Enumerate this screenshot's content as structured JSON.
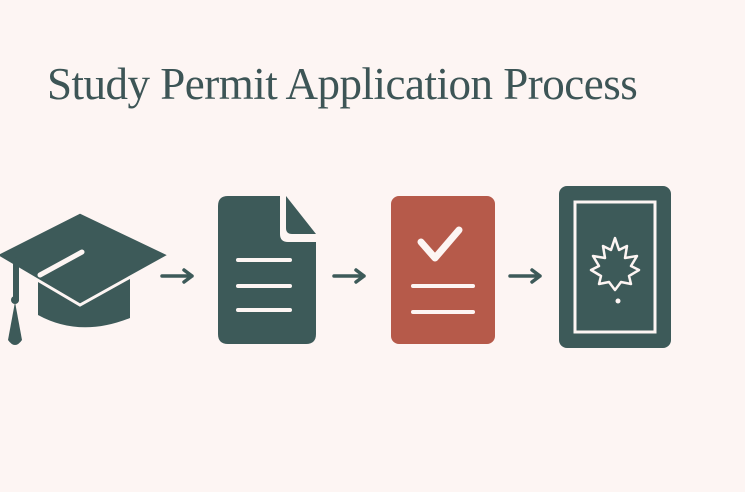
{
  "title": "Study Permit Application Process",
  "colors": {
    "background": "#fdf5f3",
    "primary": "#3d5a59",
    "accent": "#b65a4a",
    "text": "#3d5556",
    "icon_detail": "#fdf5f3"
  },
  "steps": [
    {
      "id": "education",
      "icon": "graduation-cap-icon",
      "description": "Graduation cap"
    },
    {
      "id": "documents",
      "icon": "document-icon",
      "description": "Document with text lines"
    },
    {
      "id": "approval",
      "icon": "checklist-approved-icon",
      "description": "Red document with checkmark"
    },
    {
      "id": "permit",
      "icon": "permit-card-maple-leaf-icon",
      "description": "Permit card with maple leaf"
    }
  ],
  "connectors": [
    {
      "from": "education",
      "to": "documents",
      "icon": "arrow-right-icon"
    },
    {
      "from": "documents",
      "to": "approval",
      "icon": "arrow-right-icon"
    },
    {
      "from": "approval",
      "to": "permit",
      "icon": "arrow-right-icon"
    }
  ]
}
